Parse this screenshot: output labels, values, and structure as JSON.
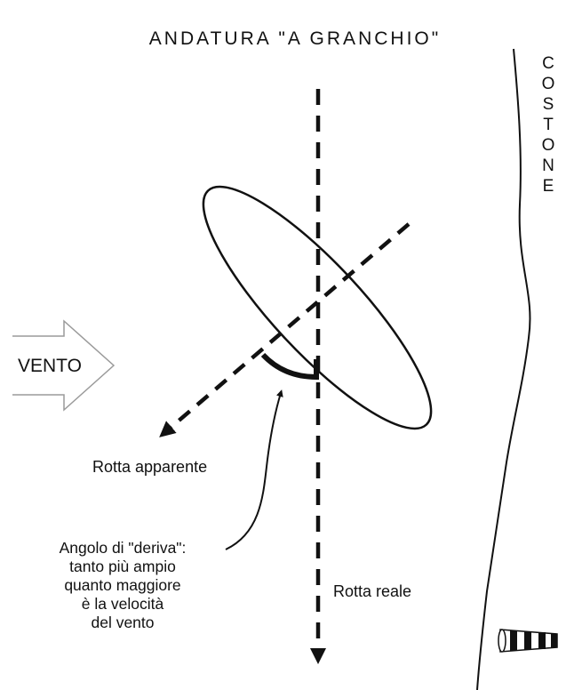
{
  "title": "ANDATURA \"A GRANCHIO\"",
  "labels": {
    "wind": "VENTO",
    "ridge_letters": [
      "C",
      "O",
      "S",
      "T",
      "O",
      "N",
      "E"
    ],
    "apparent_course": "Rotta apparente",
    "real_course": "Rotta reale",
    "drift_angle_lines": [
      "Angolo di \"deriva\":",
      "tanto più ampio",
      "quanto maggiore",
      "è la velocità",
      "del vento"
    ]
  },
  "icons": {
    "wind_arrow": "wind-arrow-icon",
    "windsock": "windsock-icon"
  },
  "colors": {
    "ink": "#111111",
    "wind_arrow_stroke": "#9a9a9a",
    "background": "#ffffff"
  }
}
